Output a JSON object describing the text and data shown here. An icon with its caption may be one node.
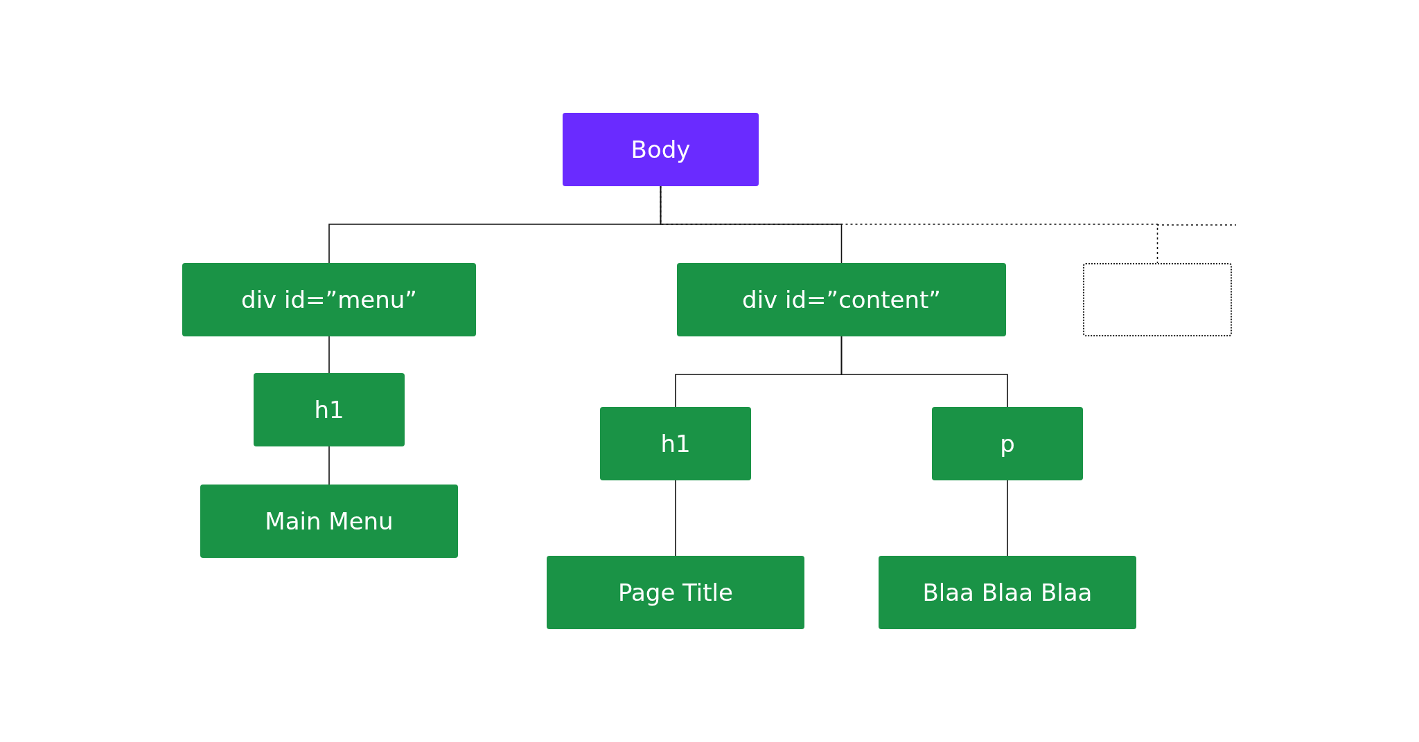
{
  "diagram": {
    "nodes": [
      {
        "text": [
          "Body"
        ]
      },
      {
        "text": [
          "div id=”menu”"
        ]
      },
      {
        "text": [
          "div id=”content”"
        ]
      },
      {
        "text": [],
        "shape": "box"
      },
      {
        "text": [
          "h1"
        ]
      },
      {
        "text": [
          "Main Menu"
        ]
      },
      {
        "text": [
          "h1"
        ]
      },
      {
        "text": [
          "p"
        ]
      },
      {
        "text": [
          "Page Title"
        ]
      },
      {
        "text": [
          "Blaa Blaa Blaa"
        ]
      }
    ],
    "edges": [
      {
        "from": 0,
        "to": 1,
        "arrow": "none"
      },
      {
        "from": 0,
        "to": 2,
        "arrow": "none"
      },
      {
        "from": 0,
        "to": 3,
        "arrow": "none",
        "style": "dashed"
      },
      {
        "from": 1,
        "to": 4,
        "arrow": "none"
      },
      {
        "from": 4,
        "to": 5,
        "arrow": "none"
      },
      {
        "from": 2,
        "to": 6,
        "arrow": "none"
      },
      {
        "from": 2,
        "to": 7,
        "arrow": "none"
      },
      {
        "from": 6,
        "to": 8,
        "arrow": "none"
      },
      {
        "from": 7,
        "to": 9,
        "arrow": "none"
      }
    ]
  }
}
